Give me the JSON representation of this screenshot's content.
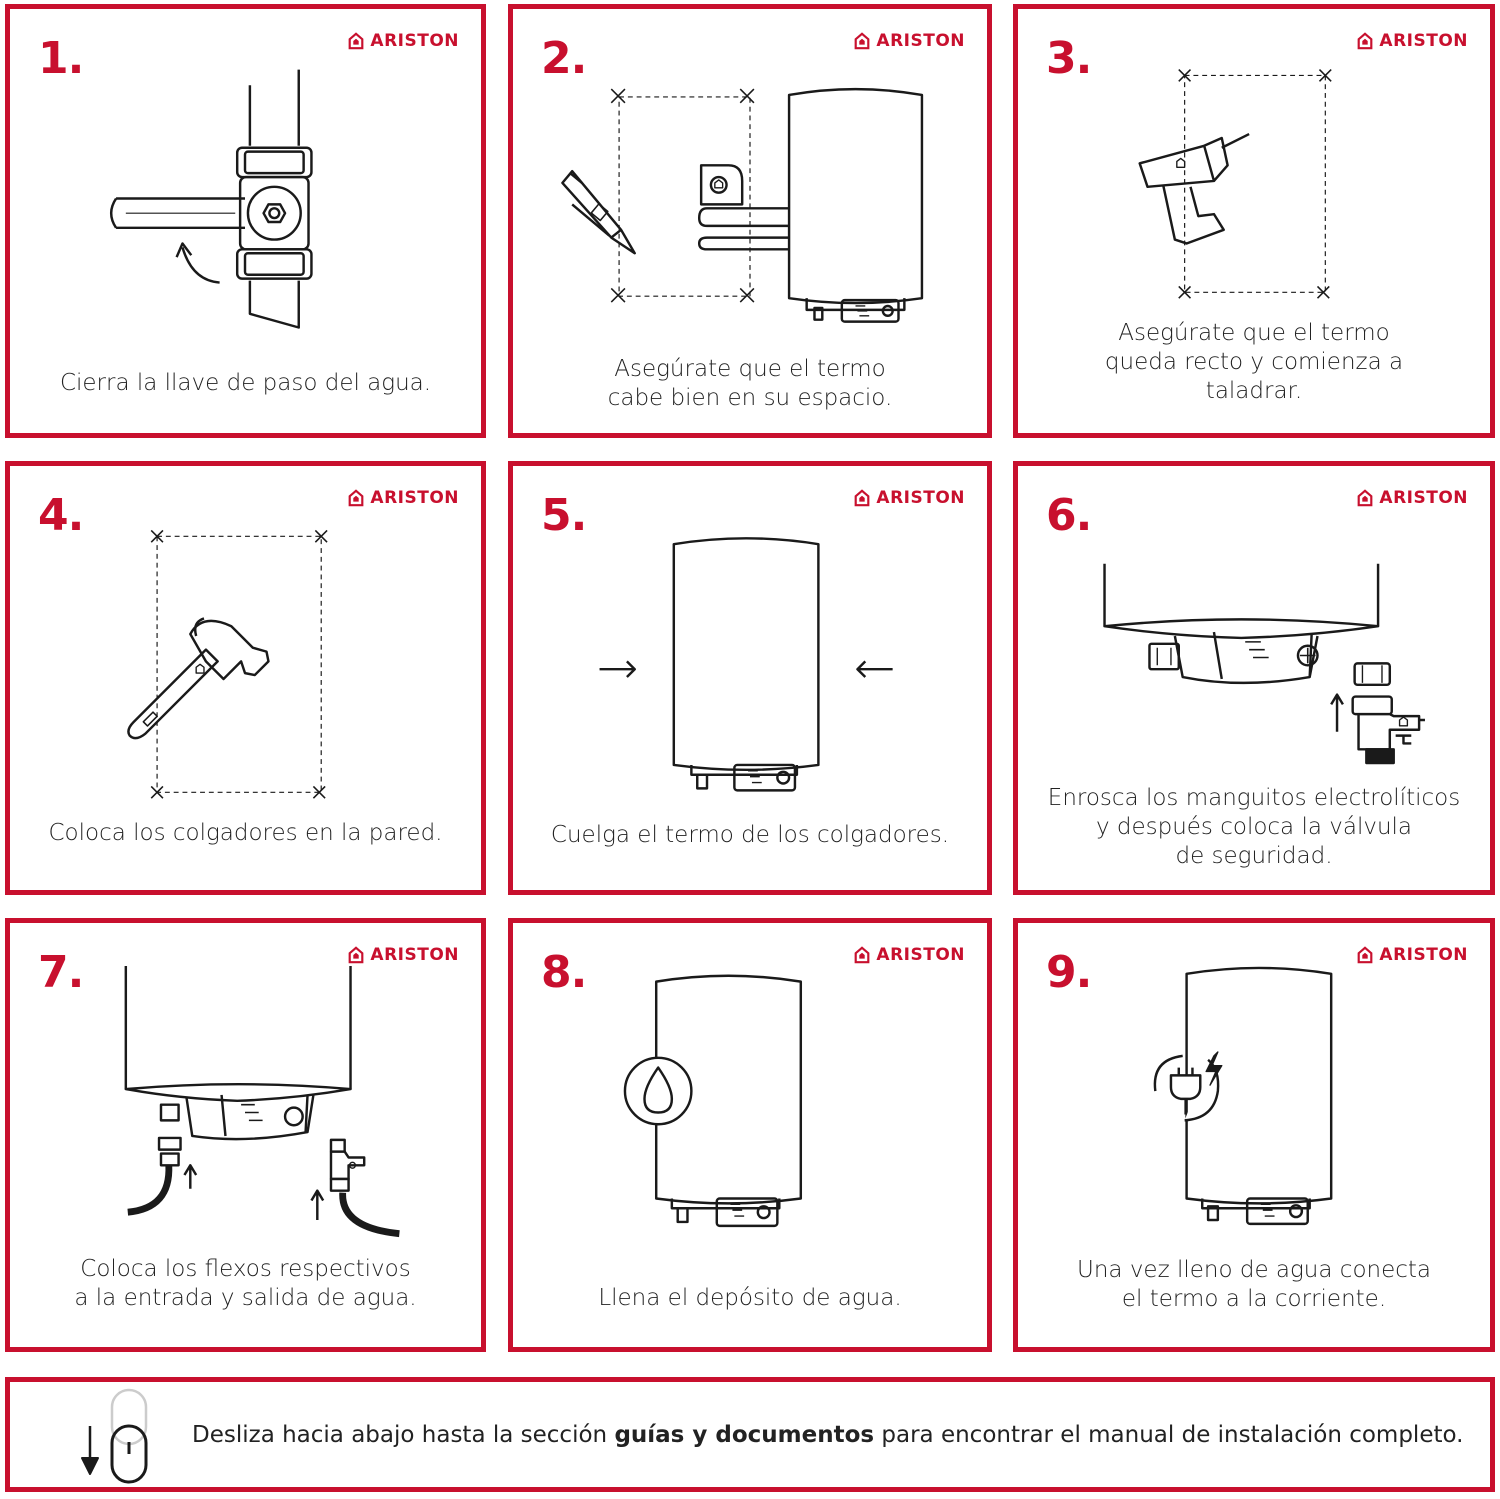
{
  "brand": {
    "name": "ARISTON",
    "color": "#c8102e",
    "icon": "house-logo-icon"
  },
  "steps": [
    {
      "number": "1.",
      "caption": [
        "Cierra la llave de paso del agua."
      ],
      "icon": "valve-icon"
    },
    {
      "number": "2.",
      "caption": [
        "Asegúrate que el termo",
        "cabe bien en su espacio."
      ],
      "icon": "pencil-icon"
    },
    {
      "number": "3.",
      "caption": [
        "Asegúrate que el termo",
        "queda recto y comienza a",
        "taladrar."
      ],
      "icon": "drill-icon"
    },
    {
      "number": "4.",
      "caption": [
        "Coloca los colgadores en la pared."
      ],
      "icon": "hammer-icon"
    },
    {
      "number": "5.",
      "caption": [
        "Cuelga el termo de los colgadores."
      ],
      "icon": "water-heater-icon"
    },
    {
      "number": "6.",
      "caption": [
        "Enrosca los manguitos electrolíticos",
        "y después coloca la válvula",
        "de seguridad."
      ],
      "icon": "safety-valve-icon"
    },
    {
      "number": "7.",
      "caption": [
        "Coloca los flexos respectivos",
        "a la entrada y salida de agua."
      ],
      "icon": "hose-icon"
    },
    {
      "number": "8.",
      "caption": [
        "Llena el depósito de agua."
      ],
      "icon": "water-drop-icon"
    },
    {
      "number": "9.",
      "caption": [
        "Una vez lleno de agua conecta",
        "el termo a la corriente."
      ],
      "icon": "power-plug-icon"
    }
  ],
  "footer": {
    "icon": "scroll-mouse-icon",
    "text_before": "Desliza hacia abajo hasta la sección ",
    "text_bold": "guías y documentos",
    "text_after": " para encontrar el manual de instalación completo."
  }
}
